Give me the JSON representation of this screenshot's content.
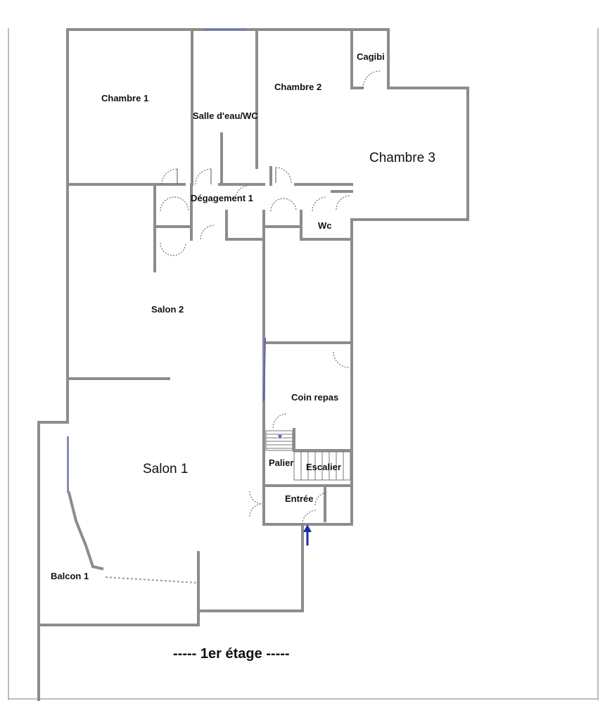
{
  "floor_label": "----- 1er étage -----",
  "rooms": {
    "chambre1": "Chambre 1",
    "salle_eau": "Salle d'eau/WC",
    "chambre2": "Chambre 2",
    "cagibi": "Cagibi",
    "chambre3": "Chambre 3",
    "degagement": "Dégagement 1",
    "wc": "Wc",
    "salon2": "Salon 2",
    "coin_repas": "Coin repas",
    "palier": "Palier",
    "escalier": "Escalier",
    "entree": "Entrée",
    "salon1": "Salon 1",
    "balcon1": "Balcon 1"
  },
  "colors": {
    "wall": "#8c8c8c",
    "entry_arrow": "#1a2fa8"
  }
}
